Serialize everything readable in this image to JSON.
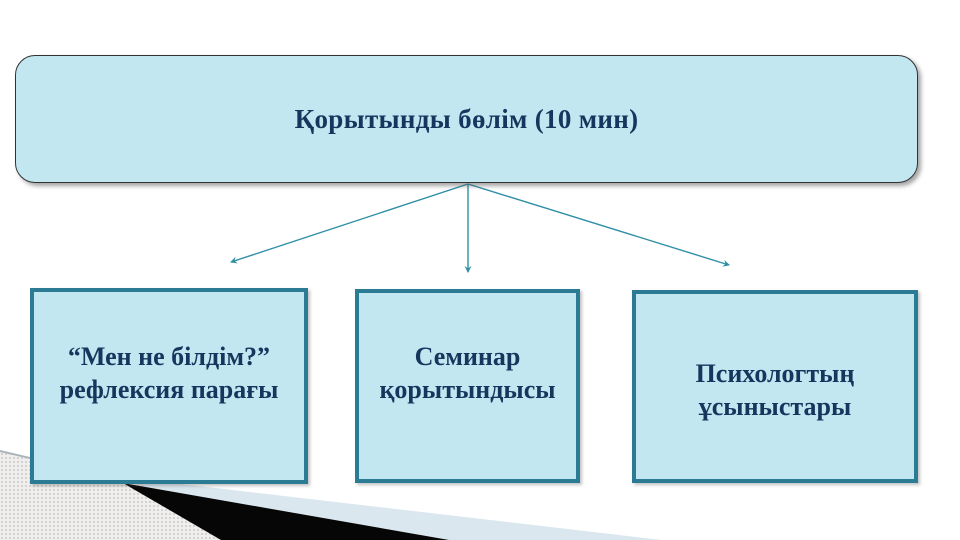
{
  "slide": {
    "title_box": {
      "label": "Қорытынды бөлім (10 мин)"
    },
    "nodes": [
      {
        "lines": [
          "“Мен не білдім?”",
          "рефлексия парағы"
        ]
      },
      {
        "lines": [
          "Семинар",
          "қорытындысы"
        ]
      },
      {
        "lines": [
          "Психологтың",
          "ұсыныстары"
        ]
      }
    ],
    "colors": {
      "node_fill": "#c3e7f1",
      "node_border": "#2a7b93",
      "title_border": "#333333",
      "arrow": "#2f8fa6",
      "text": "#17365d",
      "ribbon_black": "#060606",
      "ribbon_pale": "#dbe7ef",
      "corner_dots": "#c9c9c9",
      "corner_bg": "#f0efed",
      "corner_edge": "#a9b3b8"
    }
  }
}
